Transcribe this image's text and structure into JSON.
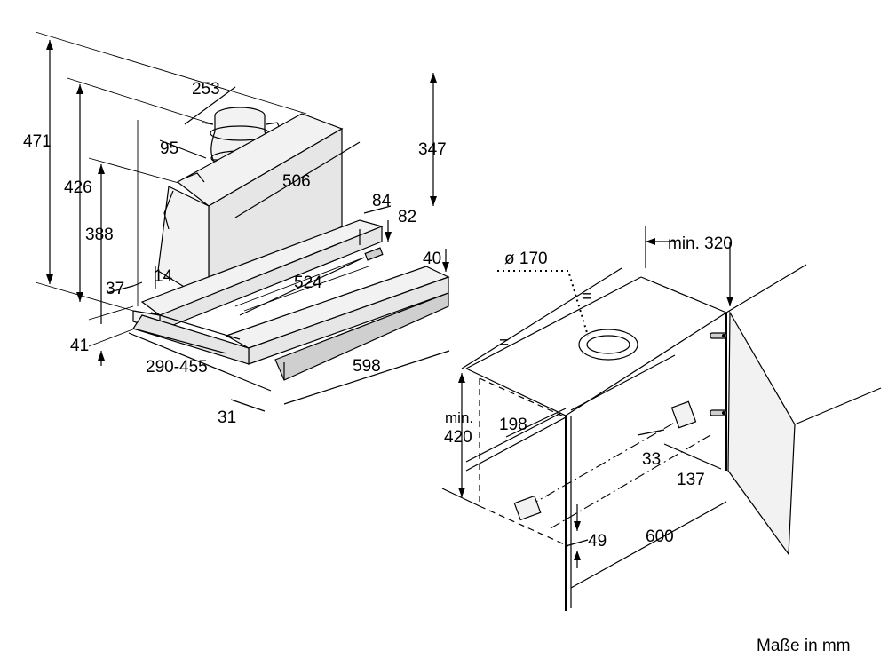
{
  "left_view": {
    "dim_471": "471",
    "dim_426": "426",
    "dim_388": "388",
    "dim_253": "253",
    "dim_95": "95",
    "dim_506": "506",
    "dim_347": "347",
    "dim_84": "84",
    "dim_82": "82",
    "dim_40": "40",
    "dim_524": "524",
    "dim_14": "14",
    "dim_37": "37",
    "dim_41": "41",
    "dim_290_455": "290-455",
    "dim_598": "598",
    "dim_31": "31"
  },
  "right_view": {
    "dim_diameter": "ø 170",
    "dim_min320": "min. 320",
    "eq_top": "=",
    "eq_left": "=",
    "dim_min420_a": "min.",
    "dim_min420_b": "420",
    "dim_198": "198",
    "dim_33": "33",
    "dim_137": "137",
    "dim_49": "49",
    "dim_600": "600"
  },
  "footer": {
    "units_note": "Maße in mm"
  }
}
